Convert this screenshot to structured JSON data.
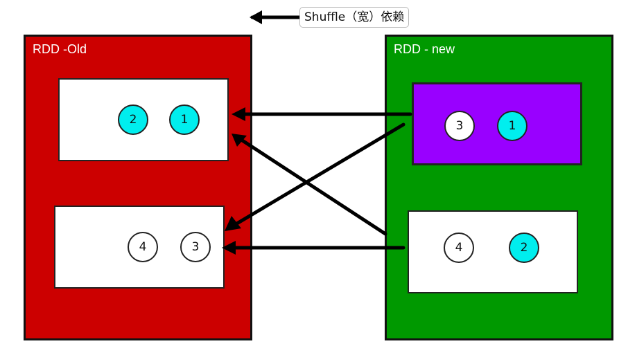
{
  "legend": {
    "label": "Shuffle（宽）依赖"
  },
  "rdd_old": {
    "title": "RDD -Old",
    "color": "#cc0000",
    "partitions": [
      {
        "items": [
          {
            "label": "2",
            "color": "#00eeee"
          },
          {
            "label": "1",
            "color": "#00eeee"
          }
        ]
      },
      {
        "items": [
          {
            "label": "4",
            "color": "#ffffff"
          },
          {
            "label": "3",
            "color": "#ffffff"
          }
        ]
      }
    ]
  },
  "rdd_new": {
    "title": "RDD - new",
    "color": "#009900",
    "partitions": [
      {
        "fill": "#9900ff",
        "items": [
          {
            "label": "3",
            "color": "#ffffff"
          },
          {
            "label": "1",
            "color": "#00eeee"
          }
        ]
      },
      {
        "fill": "#ffffff",
        "items": [
          {
            "label": "4",
            "color": "#ffffff"
          },
          {
            "label": "2",
            "color": "#00eeee"
          }
        ]
      }
    ]
  }
}
